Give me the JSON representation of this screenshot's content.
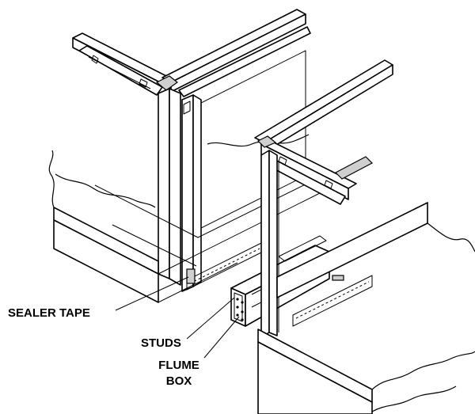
{
  "labels": {
    "sealer_tape": "SEALER TAPE",
    "studs": "STUDS",
    "flume_line1": "FLUME",
    "flume_line2": "BOX"
  }
}
